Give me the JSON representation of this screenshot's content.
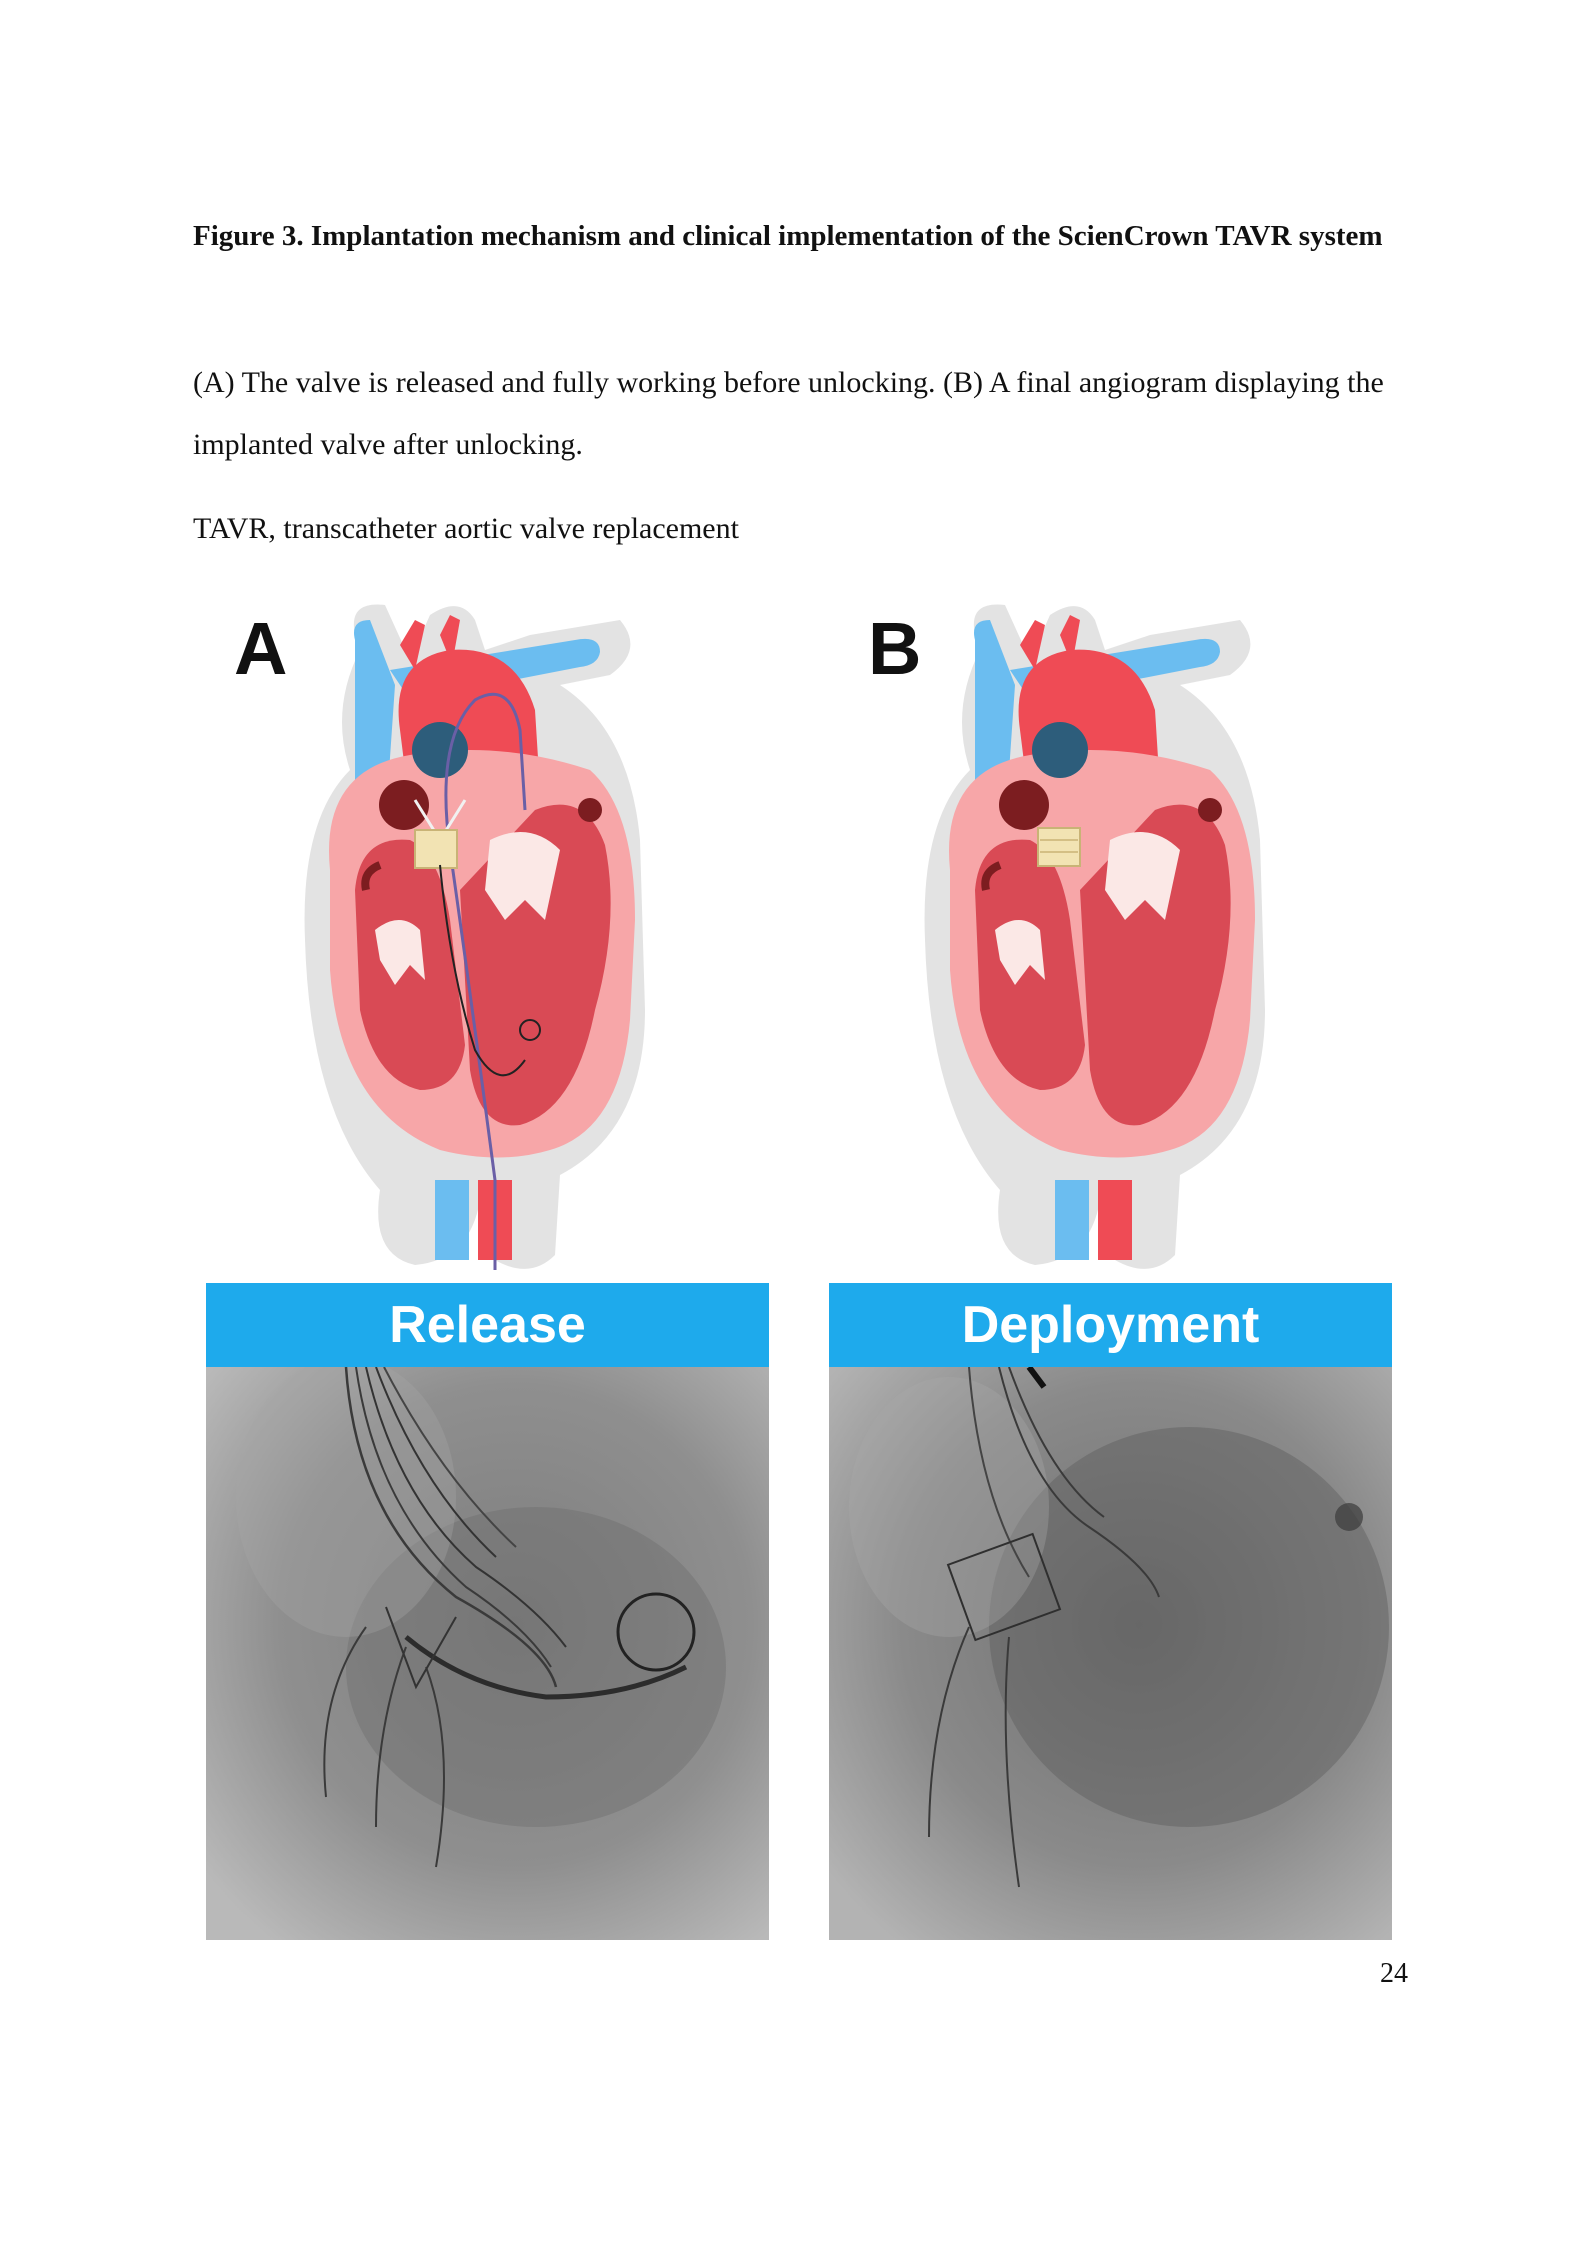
{
  "caption": {
    "title": "Figure 3. Implantation mechanism and clinical implementation of the ScienCrown TAVR system",
    "body": "(A) The valve is released and fully working before unlocking. (B) A final angiogram displaying the implanted valve after unlocking.",
    "abbreviation": "TAVR, transcatheter aortic valve replacement"
  },
  "panels": [
    {
      "letter": "A",
      "banner": "Release",
      "illustration": "heart-with-catheter-valve-icon",
      "image": "release-angiogram"
    },
    {
      "letter": "B",
      "banner": "Deployment",
      "illustration": "heart-with-implanted-valve-icon",
      "image": "deployment-angiogram"
    }
  ],
  "colors": {
    "banner": "#1eaaec",
    "aorta_red": "#ef4b55",
    "vein_blue": "#6bbdf0",
    "heart_pink": "#f7a6a8",
    "muscle": "#d94a55"
  },
  "page_number": "24"
}
